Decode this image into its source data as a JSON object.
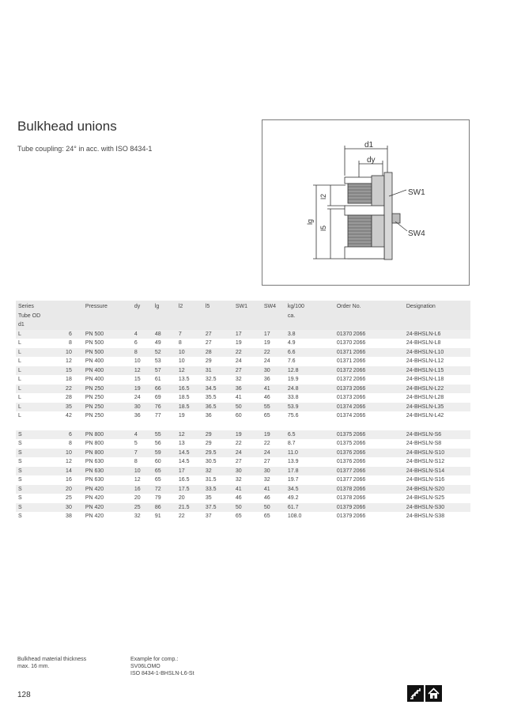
{
  "header": {
    "title": "Bulkhead unions",
    "subtitle": "Tube coupling: 24° in acc. with ISO 8434-1"
  },
  "drawing": {
    "labels": {
      "d1": "d1",
      "dy": "dy",
      "l2": "l2",
      "lg": "lg",
      "l5": "l5",
      "sw1": "SW1",
      "sw4": "SW4"
    }
  },
  "table": {
    "headers": {
      "series": "Series",
      "tube_od_1": "Tube OD",
      "tube_od_2": "d1",
      "pressure": "Pressure",
      "dy": "dy",
      "lg": "lg",
      "l2": "l2",
      "l5": "l5",
      "sw1": "SW1",
      "sw4": "SW4",
      "kg_1": "kg/100",
      "kg_2": "ca.",
      "order": "Order No.",
      "designation": "Designation"
    },
    "groups": [
      {
        "rows": [
          [
            "L",
            "6",
            "PN 500",
            "4",
            "48",
            "7",
            "27",
            "17",
            "17",
            "3.8",
            "01370 2066",
            "24-BHSLN-L6"
          ],
          [
            "L",
            "8",
            "PN 500",
            "6",
            "49",
            "8",
            "27",
            "19",
            "19",
            "4.9",
            "01370 2066",
            "24-BHSLN-L8"
          ],
          [
            "L",
            "10",
            "PN 500",
            "8",
            "52",
            "10",
            "28",
            "22",
            "22",
            "6.6",
            "01371 2066",
            "24-BHSLN-L10"
          ],
          [
            "L",
            "12",
            "PN 400",
            "10",
            "53",
            "10",
            "29",
            "24",
            "24",
            "7.6",
            "01371 2066",
            "24-BHSLN-L12"
          ],
          [
            "L",
            "15",
            "PN 400",
            "12",
            "57",
            "12",
            "31",
            "27",
            "30",
            "12.8",
            "01372 2066",
            "24-BHSLN-L15"
          ],
          [
            "L",
            "18",
            "PN 400",
            "15",
            "61",
            "13.5",
            "32.5",
            "32",
            "36",
            "19.9",
            "01372 2066",
            "24-BHSLN-L18"
          ],
          [
            "L",
            "22",
            "PN 250",
            "19",
            "66",
            "16.5",
            "34.5",
            "36",
            "41",
            "24.8",
            "01373 2066",
            "24-BHSLN-L22"
          ],
          [
            "L",
            "28",
            "PN 250",
            "24",
            "69",
            "18.5",
            "35.5",
            "41",
            "46",
            "33.8",
            "01373 2066",
            "24-BHSLN-L28"
          ],
          [
            "L",
            "35",
            "PN 250",
            "30",
            "76",
            "18.5",
            "36.5",
            "50",
            "55",
            "53.9",
            "01374 2066",
            "24-BHSLN-L35"
          ],
          [
            "L",
            "42",
            "PN 250",
            "36",
            "77",
            "19",
            "36",
            "60",
            "65",
            "75.6",
            "01374 2066",
            "24-BHSLN-L42"
          ]
        ]
      },
      {
        "rows": [
          [
            "S",
            "6",
            "PN 800",
            "4",
            "55",
            "12",
            "29",
            "19",
            "19",
            "6.5",
            "01375 2066",
            "24-BHSLN-S6"
          ],
          [
            "S",
            "8",
            "PN 800",
            "5",
            "56",
            "13",
            "29",
            "22",
            "22",
            "8.7",
            "01375 2066",
            "24-BHSLN-S8"
          ],
          [
            "S",
            "10",
            "PN 800",
            "7",
            "59",
            "14.5",
            "29.5",
            "24",
            "24",
            "11.0",
            "01376 2066",
            "24-BHSLN-S10"
          ],
          [
            "S",
            "12",
            "PN 630",
            "8",
            "60",
            "14.5",
            "30.5",
            "27",
            "27",
            "13.9",
            "01376 2066",
            "24-BHSLN-S12"
          ],
          [
            "S",
            "14",
            "PN 630",
            "10",
            "65",
            "17",
            "32",
            "30",
            "30",
            "17.8",
            "01377 2066",
            "24-BHSLN-S14"
          ],
          [
            "S",
            "16",
            "PN 630",
            "12",
            "65",
            "16.5",
            "31.5",
            "32",
            "32",
            "19.7",
            "01377 2066",
            "24-BHSLN-S16"
          ],
          [
            "S",
            "20",
            "PN 420",
            "16",
            "72",
            "17.5",
            "33.5",
            "41",
            "41",
            "34.5",
            "01378 2066",
            "24-BHSLN-S20"
          ],
          [
            "S",
            "25",
            "PN 420",
            "20",
            "79",
            "20",
            "35",
            "46",
            "46",
            "49.2",
            "01378 2066",
            "24-BHSLN-S25"
          ],
          [
            "S",
            "30",
            "PN 420",
            "25",
            "86",
            "21.5",
            "37.5",
            "50",
            "50",
            "61.7",
            "01379 2066",
            "24-BHSLN-S30"
          ],
          [
            "S",
            "38",
            "PN 420",
            "32",
            "91",
            "22",
            "37",
            "65",
            "65",
            "108.0",
            "01379 2066",
            "24-BHSLN-S38"
          ]
        ]
      }
    ]
  },
  "footer": {
    "note_left": [
      "Bulkhead material thickness",
      "max. 16 mm."
    ],
    "note_right": [
      "Example for comp.:",
      "SV06LOMO",
      "ISO 8434-1-BHSLN-L6-St"
    ],
    "page_number": "128"
  },
  "icons": {
    "nav_stairs": "stairs-icon",
    "nav_home": "home-icon"
  }
}
